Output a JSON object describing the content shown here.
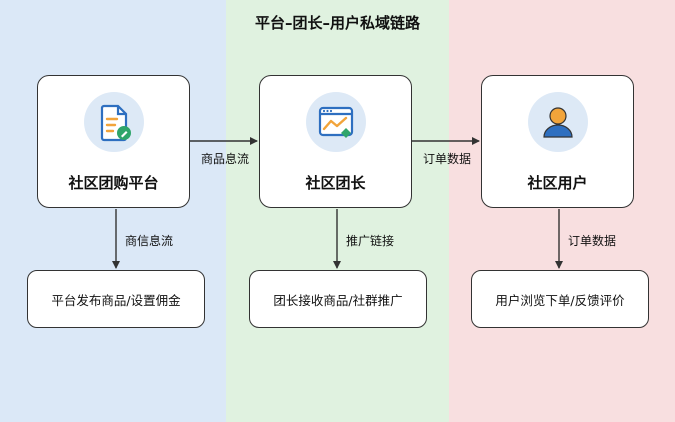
{
  "title": "平台–团长–用户私域链路",
  "nodes": [
    {
      "label": "社区团购平台",
      "icon": "document-edit-icon"
    },
    {
      "label": "社区团长",
      "icon": "trend-chart-window-icon"
    },
    {
      "label": "社区用户",
      "icon": "user-icon"
    }
  ],
  "flows": [
    {
      "label": "商品息流"
    },
    {
      "label": "订单数据"
    }
  ],
  "descents": [
    {
      "label": "商信息流"
    },
    {
      "label": "推广链接"
    },
    {
      "label": "订单数据"
    }
  ],
  "actions": [
    {
      "label": "平台发布商品/设置佣金"
    },
    {
      "label": "团长接收商品/社群推广"
    },
    {
      "label": "用户浏览下单/反馈评价"
    }
  ],
  "colors": {
    "panel_left": "#dbe8f7",
    "panel_middle": "#e0f2e0",
    "panel_right": "#f8dfe0",
    "icon_blue": "#2e6fc0",
    "icon_orange": "#f2a43a",
    "icon_green": "#2fa56a"
  }
}
